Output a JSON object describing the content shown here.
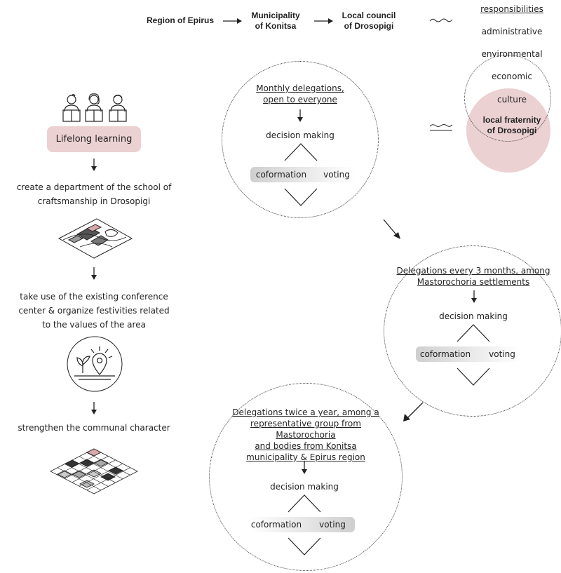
{
  "header": {
    "region": "Region of Epirus",
    "municipality": "Municipality\nof Konitsa",
    "local_council": "Local council\nof Drosopigi"
  },
  "responsibilities": {
    "title": "responsibilities",
    "items": [
      "administrative",
      "environmental",
      "economic",
      "culture"
    ],
    "fraternity": "local fraternity\nof Drosopigi"
  },
  "left_flow": {
    "lifelong": "Lifelong learning",
    "step1": "create a department of the school of\ncraftsmanship in Drosopigi",
    "step2": "take use of the existing conference\ncenter & organize festivities related\nto the values of the area",
    "step3": "strengthen the communal character"
  },
  "circle1": {
    "title": "Monthly delegations,\nopen to everyone",
    "decision": "decision making",
    "coformation": "coformation",
    "voting": "voting"
  },
  "circle2": {
    "title": "Delegations every 3 months, among\nMastorochoria settlements",
    "decision": "decision making",
    "coformation": "coformation",
    "voting": "voting"
  },
  "circle3": {
    "title": "Delegations twice a year, among a\nrepresentative group from Mastorochoria\nand bodies from Konitsa\nmunicipality & Epirus region",
    "decision": "decision making",
    "coformation": "coformation",
    "voting": "voting"
  },
  "colors": {
    "pink": "#ebd1d2",
    "line": "#222222"
  },
  "icons": [
    "people-reading-icon",
    "workshop-map-icon",
    "plant-location-icon",
    "grid-map-icon"
  ]
}
